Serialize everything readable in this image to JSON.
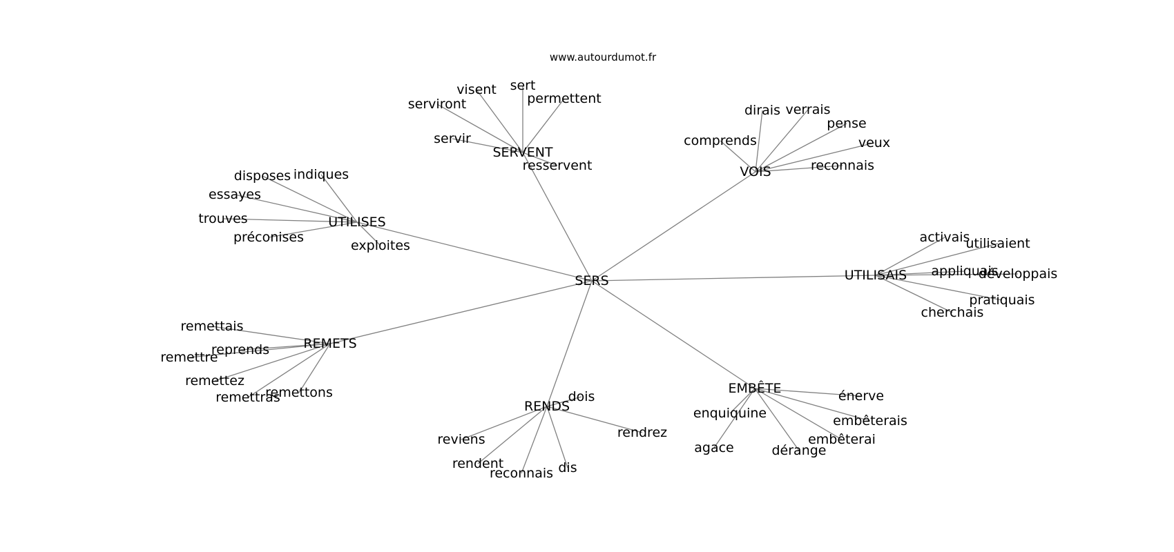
{
  "site": "www.autourdumot.fr",
  "colors": {
    "edge": "#808080",
    "text": "#000000",
    "background": "#ffffff"
  },
  "graph": {
    "center": "SERS",
    "clusters": [
      {
        "hub": "SERVENT",
        "words": [
          "servir",
          "serviront",
          "visent",
          "sert",
          "permettent",
          "resservent"
        ]
      },
      {
        "hub": "VOIS",
        "words": [
          "comprends",
          "dirais",
          "verrais",
          "pense",
          "veux",
          "reconnais"
        ]
      },
      {
        "hub": "UTILISES",
        "words": [
          "disposes",
          "indiques",
          "essayes",
          "trouves",
          "préconises",
          "exploites"
        ]
      },
      {
        "hub": "UTILISAIS",
        "words": [
          "activais",
          "utilisaient",
          "appliquais",
          "développais",
          "pratiquais",
          "cherchais"
        ]
      },
      {
        "hub": "REMETS",
        "words": [
          "remettais",
          "reprends",
          "remettre",
          "remettez",
          "remettras",
          "remettons"
        ]
      },
      {
        "hub": "RENDS",
        "words": [
          "dois",
          "rendrez",
          "reviens",
          "rendent",
          "reconnais",
          "dis"
        ]
      },
      {
        "hub": "EMBÊTE",
        "words": [
          "enquiquine",
          "énerve",
          "embêterais",
          "embêterai",
          "dérange",
          "agace"
        ]
      }
    ]
  }
}
